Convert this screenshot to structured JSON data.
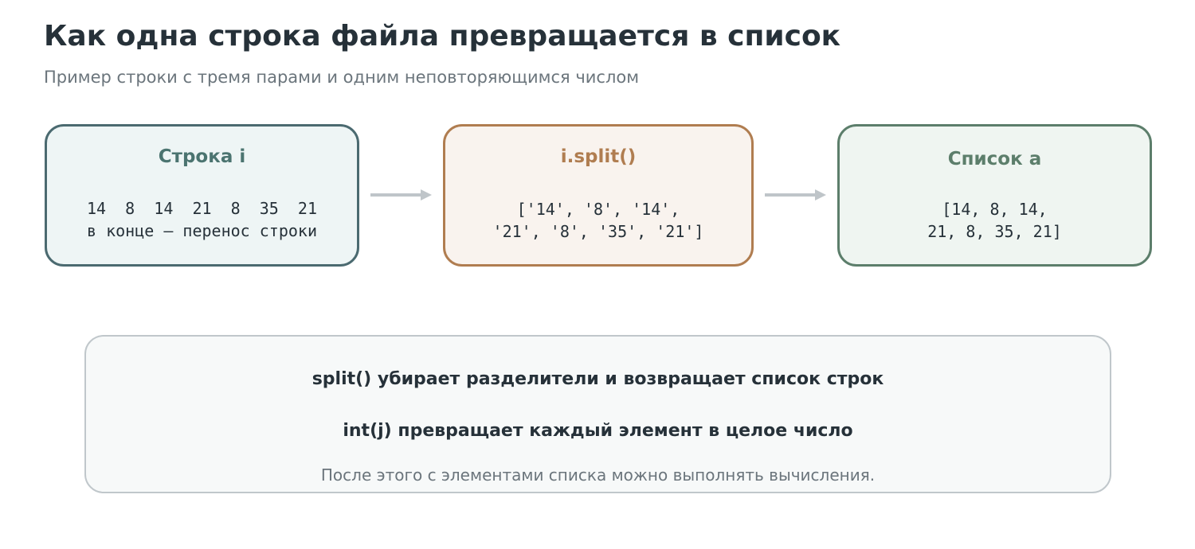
{
  "header": {
    "title": "Как одна строка файла превращается в список",
    "subtitle": "Пример строки с тремя парами и одним неповторяющимся числом"
  },
  "steps": [
    {
      "title": "Строка i",
      "lines": [
        "14  8  14  21  8  35  21",
        "в конце — перенос строки"
      ]
    },
    {
      "title": "i.split()",
      "lines": [
        "['14', '8', '14',",
        "'21', '8', '35', '21']"
      ]
    },
    {
      "title": "Список a",
      "lines": [
        "[14, 8, 14,",
        "21, 8, 35, 21]"
      ]
    }
  ],
  "note": {
    "line1": "split() убирает разделители и возвращает список строк",
    "line2": "int(j) превращает каждый элемент в целое число",
    "caption": "После этого с элементами списка можно выполнять вычисления."
  },
  "colors": {
    "string_box": "#4b6a70",
    "split_box": "#b07d50",
    "list_box": "#5c7e6b",
    "arrow": "#bfc5c9"
  }
}
